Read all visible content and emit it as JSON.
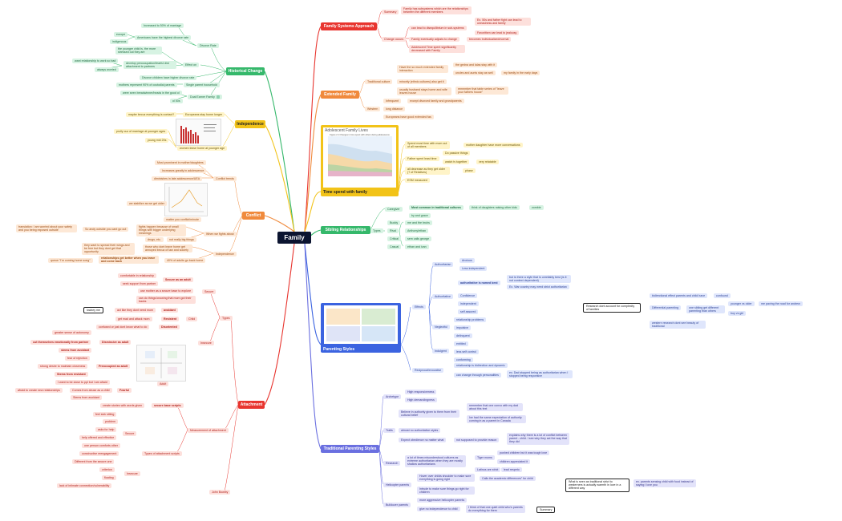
{
  "root": {
    "label": "Family"
  },
  "colors": {
    "red": "#e8352f",
    "orange": "#f08a3c",
    "yellow": "#f2c318",
    "green": "#35b86b",
    "blue": "#3b63e0",
    "indigo": "#6a6fe0"
  },
  "topics": {
    "historical": "Historical Change",
    "independence": "Independence",
    "conflict": "Conflict",
    "attachment": "Attachment",
    "systems": "Family Systems Approach",
    "extended": "Extended Family",
    "timespend": "Time spend with family",
    "sibling": "Sibling Relationships",
    "parenting": "Parenting Styles",
    "traditional": "Traditional Parenting Styles"
  },
  "historical": {
    "divorce_rate": "Divorce Rate",
    "increased": "Increased to 50% of marriage",
    "americans": "Americans have the highest divorce rate",
    "europe": "europe",
    "indigenous": "indigenous",
    "effect_on": "Effect on",
    "younger_child": "the younger child is, the more stressed out they are",
    "want_rel": "want relationship to work so bad",
    "develop_pre": "develop preoccupation/fearful dist attachment to partners",
    "always_worried": "always worried",
    "divorce_children": "Divorce children have higher divorce rate",
    "single_parent": "Single parent household",
    "mothers_represent": "mothers represent 90% of custodial parents",
    "dual_earner": "Dual Earner Family",
    "were_seen": "were seen breadwinner/heads in the good ol",
    "ol": "ol 50s"
  },
  "independence": {
    "europeans": "Europeans stay home longer",
    "maybe": "maybe becuz everything is contact?",
    "leave_home": "women leave home at younger age",
    "prolly": "prolly cuz of marriage at younger ages",
    "young_mid": "young mid 20s"
  },
  "conflict": {
    "conflict_trends": "Conflict trends",
    "most_prominent": "Most prominent in mother/daughters",
    "increases": "Increases greatly in adolescence",
    "diminishes": "diminishes in late adolescence/UEA",
    "we_stabilize": "we stabilize as we get older",
    "matter": "matter you conflict/minute",
    "when_fights": "When we fights about",
    "fights_happen": "fights happen because of small things with bigger underlying meanings",
    "translation": "translation: I am worried about your safety and you being exposed outside",
    "so_andy": "So andy outside you cant go out",
    "drugs": "drugs, etc.",
    "not_really": "not really big things",
    "independence": "Independence",
    "they_want": "they want to spread their wings and be free but they dont get that opportunity",
    "those_who": "those who dont leave home get annoyed becuz of law and society",
    "rel_better": "relationships get better when you leave and come back",
    "forty_pct": "40% of adults go back home",
    "queue": "queue \"I'm coming home song\""
  },
  "attachment": {
    "types": "Types",
    "secure": "Secure",
    "comfortable": "comfortable in relationship",
    "secure_adult": "Secure as an adult",
    "seek_support": "seek support from partner",
    "use_mother": "use mother as a secure base to explore",
    "can_do": "can do things knowing that mom got their backs",
    "insecure": "Insecure",
    "child": "Child",
    "avoidant": "avoidant",
    "act_like": "act like they dont need mom",
    "resistant": "Resistent",
    "get_mad": "get mad and attack mom",
    "disoriented": "Disoriented",
    "confused": "confused or just dont know what to do",
    "lowkey": "lowkey me",
    "dismissive": "Dismissive as adult",
    "greater_sense": "greater sense of autonomy",
    "cut_themselves": "cut themselves emotionally from partner",
    "stems_avoidant": "stems from avoidant",
    "preoccupied": "Preoccupied as adult",
    "fear_rejection": "fear of rejection",
    "strong_desire": "strong desire to maintain closeness",
    "stems_resistant": "Stems from resistant",
    "fearful": "Fearful",
    "want_close": "I want to be close to ppl but I am afraid",
    "afraid_create": "afraid to create new relationships",
    "comes_abuse": "Comes from abuse as a child",
    "stems_avoidant2": "Stems from avoidant",
    "adult": "Adult",
    "measurement": "Measurement of attachment",
    "create_stories": "create stories with words given",
    "secure_base": "secure base scripts",
    "types_scripts": "Types of attachment scripts",
    "secure2": "Secure",
    "feel_sick": "feel sick sitting",
    "problem": "problem",
    "asks_help": "asks for help",
    "help_offered": "help offered and effective",
    "one_person": "one person comforts other",
    "constructive": "constructive reengagement",
    "insecure2": "Insecure",
    "different": "Different from the secure one",
    "criterion": "criterion",
    "floating": "floating",
    "lack_intimate": "lack of intimate connection/vulnerability",
    "john_bowlby": "John Bowlby"
  },
  "systems": {
    "summary": "Summary",
    "summary_text": "Family has subsystems which are the relationships between the different members",
    "change_occurs": "Change occurs",
    "can_lead": "can lead to disequilibrium in sub-systems",
    "ex_50s": "Ex. 50s and father fight can lead to uneasiness and family",
    "favoritism": "Favoritism can lead to jealousy",
    "eventually": "Family eventually adjusts to change",
    "becomes": "becomes Individualized/normal",
    "adolescent_time": "Adolescent Time spent significantly decreased with Family"
  },
  "extended": {
    "traditional": "Traditional culture",
    "have_so_much": "Have the so much extended family interaction",
    "the_gedna": "the gedna and lalas stay with it",
    "uncles": "uncles and aunts stay as well",
    "my_family": "my family in the early days",
    "minority": "minority (ethnic cultures) also get it",
    "usually": "usually husband stays home and wife leaves house",
    "remember": "remember that table series of \"leave your fathers house\"",
    "western": "Western",
    "infrequent": "Infrequent",
    "except": "except divorced family and grandparents",
    "long_distance": "long distance",
    "europeans": "Europeans have good extended fas"
  },
  "timespend": {
    "title": "Adolescent Family Lives",
    "fig_caption": "Figure 2.1 Changes in time spent with others during adolescence",
    "spend_most": "Spend most time with mom out of all members",
    "mother_daughter": "mother daughter have more conversations",
    "father_spent": "Father spent least time",
    "do_passive": "Do passive things",
    "watch": "watch tv together",
    "very_relatable": "very relatable",
    "all_decrease": "all decrease as they get older (? of Relatives)",
    "phase": "phase",
    "esm": "ESM measured"
  },
  "sibling": {
    "caregiver": "Caregiver",
    "most_common": "Most common in traditional cultures",
    "think_daughters": "think of daughters raising other kids",
    "zombie": "zombie",
    "big_good": "by and grace",
    "types": "Types",
    "buddy": "Buddy",
    "buddy_t": "me and the bruhs",
    "rival": "Rival",
    "rival_t": "Anthony/ethan",
    "critical": "Critical",
    "critical_t": "sem calls george",
    "casual": "Casual",
    "casual_t": "ethan and ivan"
  },
  "parenting": {
    "effects": "Effects",
    "authoritarian": "Authoritarian",
    "anxious": "Anxious",
    "less_indep": "Less independent",
    "authoritative": "Authoritative",
    "auth_best": "authoritative is named best",
    "but_is": "but is there a style that is unreliably best (is it not context dependent)",
    "ex_war": "Ex. War country may need strict authoritarian",
    "confidence": "Confidence",
    "independent": "independent",
    "self_assured": "self assured",
    "neglectful": "Neglectful",
    "rel_problems": "relationship problems",
    "impulsive": "impulsive",
    "delinquent": "delinquent",
    "indulgent": "Indulgent",
    "entitled": "entitled",
    "less_self": "less self control",
    "conforming": "conforming",
    "reciprocal": "Reciprocal/evocative",
    "relationship": "relationship is bidirection and dynamic",
    "can_change": "can change through personalities",
    "ex_dad": "ex. Dad stopped being as authoritarian when I stopped being responsive",
    "research": "Research dont account for complexity of families",
    "bidirectional": "bidirectional effect parents and child have",
    "confound": "confound",
    "differential": "Differential parenting",
    "one_sibling": "one sibling get different parenting than others",
    "younger_older": "younger vs older",
    "me_paving": "me paving the road for andrew",
    "boy_girl": "boy vs girl",
    "western_research": "western research dont see beauty of traditional"
  },
  "traditional": {
    "archetype": "Archetype",
    "high_resp": "High responsiveness",
    "high_dem": "High demandingness",
    "believe": "Believe in authority given to them from their cultural belief",
    "remember": "remember that one convo with my dad about this text",
    "ive_had": "Ive had the same expectation of authority coming in as a parent in Canada",
    "traits": "Traits",
    "almost_no": "almost no authoritative styles",
    "expect": "Expect obedience no matter what",
    "not_supposed": "not supposed to provide reason",
    "explains": "explains why there is a lot of conflict between parent - child. I see why they act the way that they did",
    "research": "Research",
    "lot_of_times": "a lot of times misunderstood cultures as extreme authoritarian when they are mostly shallow authoritarians",
    "tiger_moms": "Tiger moms",
    "pushed": "pushed children but it was tough love",
    "children_appreciated": "children appreciated it",
    "latinos": "Latinos are strict",
    "lead_respeto": "lead respeto",
    "helicopter": "Helicopter parents",
    "hover": "Hover over childs shoulder to make sure everything is going right",
    "calls": "Calls the academic differences\" for child",
    "intrude": "Intrude to make sure things go right for children",
    "bulldozer": "Bulldozer parents",
    "more_aggressive": "more aggressive helicopter parents",
    "give_no": "give no independence to child",
    "i_think": "I think of that one quiet child who's parents do everything for them",
    "summary": "Summary",
    "what_is_seen": "What is seen as traditional strict to westerners is actually warmth in love in a different way",
    "ex_parents": "ex. parents sensing child with food instead of saying I love you"
  }
}
